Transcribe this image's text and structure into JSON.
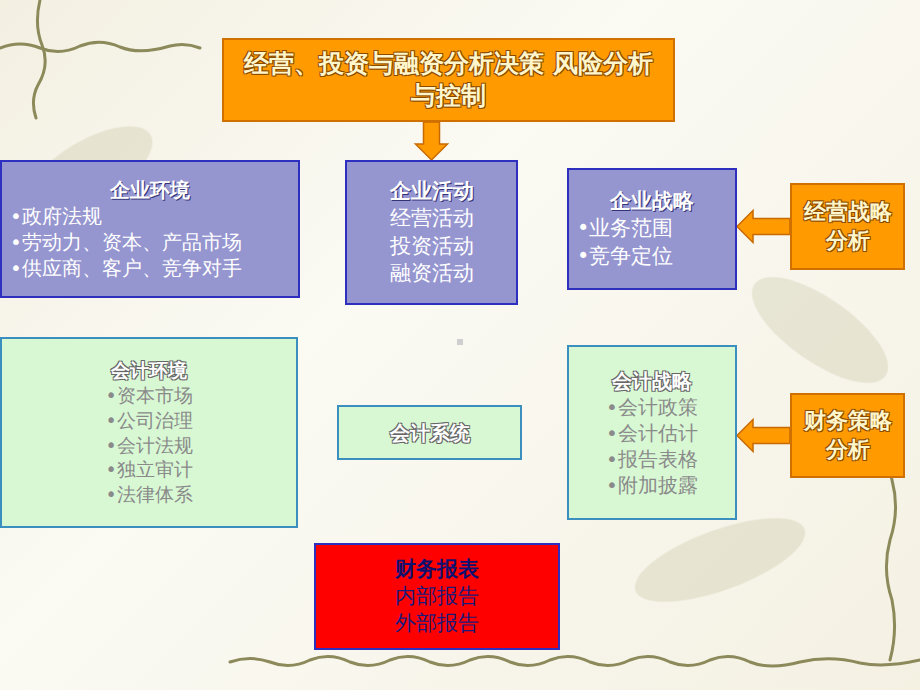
{
  "diagram": {
    "nodes": [
      {
        "text": [
          "经营、投资与融资分析决策 风险分析与控制"
        ]
      },
      {
        "text": [
          "企业环境",
          "•政府法规",
          "•劳动力、资本、产品市场",
          "•供应商、客户、竞争对手"
        ]
      },
      {
        "text": [
          "企业活动",
          "经营活动",
          "投资活动",
          "融资活动"
        ]
      },
      {
        "text": [
          "企业战略",
          "•业务范围",
          "•竞争定位"
        ]
      },
      {
        "text": [
          "经营战略分析"
        ]
      },
      {
        "text": [
          "会计环境",
          "•资本市场",
          "•公司治理",
          "•会计法规",
          "•独立审计",
          "•法律体系"
        ]
      },
      {
        "text": [
          "会计系统"
        ]
      },
      {
        "text": [
          "会计战略",
          "•会计政策",
          "•会计估计",
          "•报告表格",
          "•附加披露"
        ]
      },
      {
        "text": [
          "财务策略分析"
        ]
      },
      {
        "text": [
          "财务报表",
          "内部报告",
          "外部报告"
        ]
      }
    ],
    "edges": [
      {
        "from": 0,
        "to": 2,
        "arrow": "to"
      },
      {
        "from": 4,
        "to": 3,
        "arrow": "to"
      },
      {
        "from": 8,
        "to": 7,
        "arrow": "to"
      }
    ]
  }
}
